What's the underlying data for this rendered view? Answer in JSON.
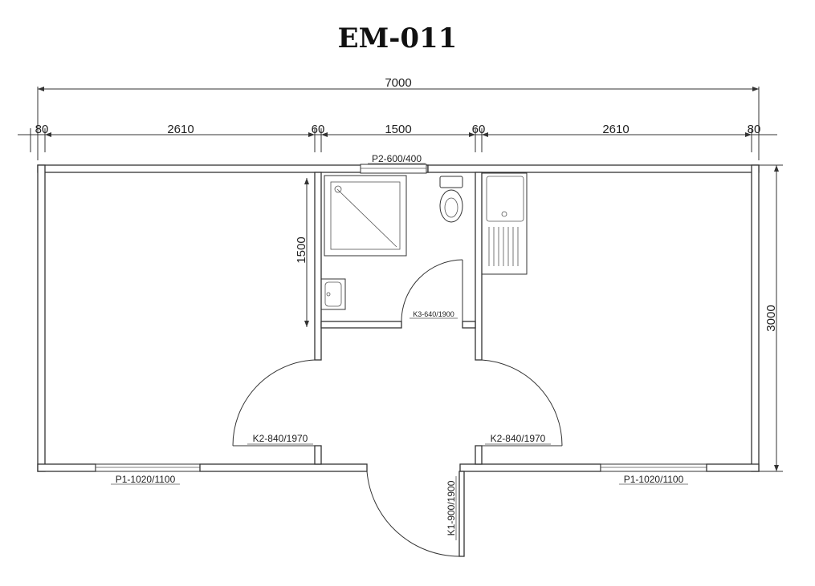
{
  "title": "EM-011",
  "dimensions": {
    "overall_width": "7000",
    "segments": [
      "80",
      "2610",
      "60",
      "1500",
      "60",
      "2610",
      "80"
    ],
    "height": "3000",
    "bathroom_depth": "1500"
  },
  "openings": {
    "window_top": "P2-600/400",
    "door_wc": "K3-640/1900",
    "door_left": "K2-840/1970",
    "door_right": "K2-840/1970",
    "window_left": "P1-1020/1100",
    "window_right": "P1-1020/1100",
    "door_main": "K1-900/1900"
  }
}
